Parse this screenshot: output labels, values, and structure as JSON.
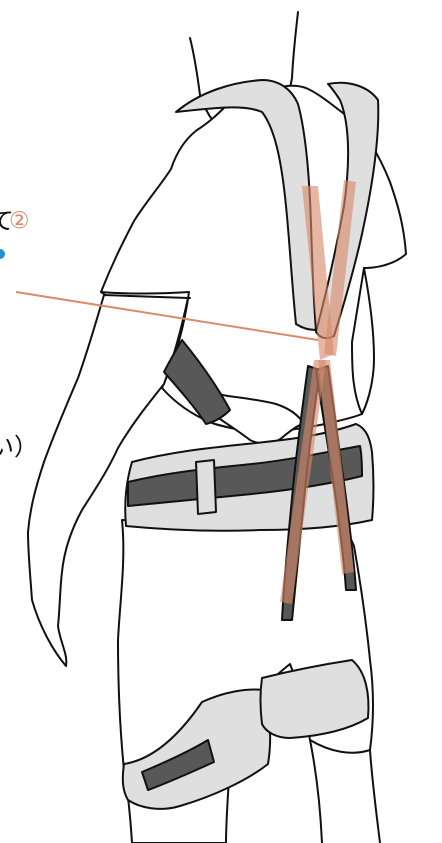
{
  "diagram": {
    "callout": {
      "text_fragment": "て",
      "number_glyph": "②",
      "dot_color": "#1f8fd6",
      "line_color": "#d98b6b"
    },
    "left_text_fragment": "い）",
    "colors": {
      "outline": "#111111",
      "skin": "#ffffff",
      "pad_fill": "#dfdfdf",
      "strap_fill": "#585858",
      "assist_band": "#d9896b"
    }
  }
}
